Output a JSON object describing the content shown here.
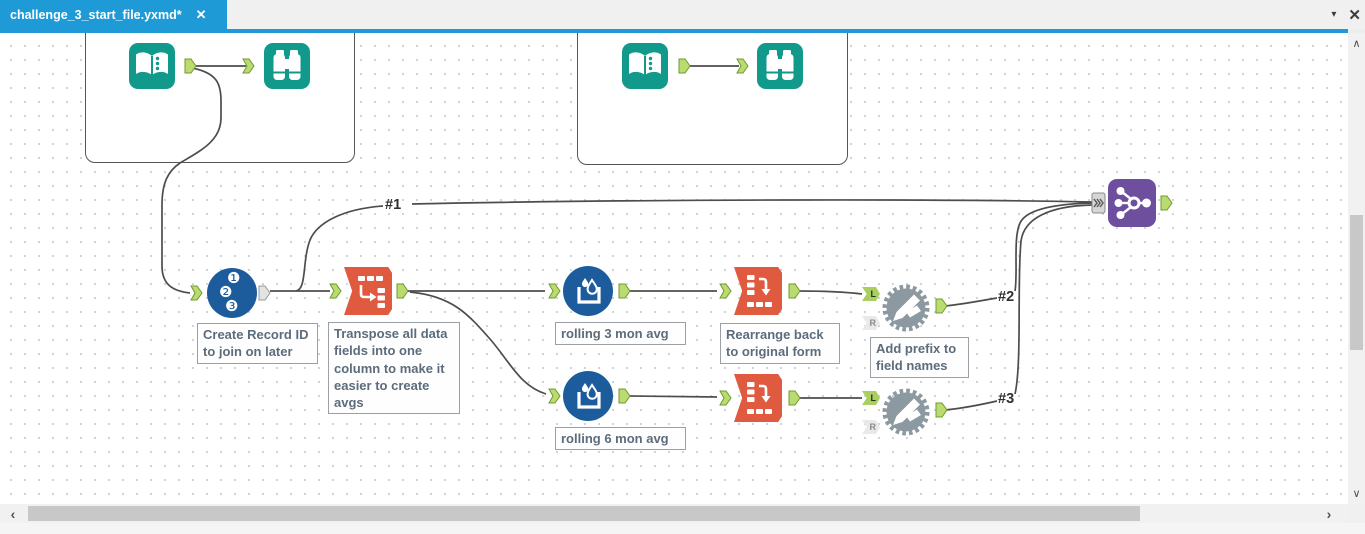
{
  "tab": {
    "title": "challenge_3_start_file.yxmd*",
    "close_icon": "✕"
  },
  "window_controls": {
    "tab_list_caret": "▾",
    "close_icon": "✕"
  },
  "tools": [
    {
      "name": "Input Data"
    },
    {
      "name": "Browse"
    },
    {
      "name": "Input Data"
    },
    {
      "name": "Browse"
    },
    {
      "name": "Record ID",
      "digits": [
        "❶",
        "❷",
        "❸"
      ]
    },
    {
      "name": "Transpose"
    },
    {
      "name": "Multi-Row Formula"
    },
    {
      "name": "Multi-Row Formula"
    },
    {
      "name": "Cross Tab"
    },
    {
      "name": "Cross Tab"
    },
    {
      "name": "Dynamic Rename",
      "left_anchor": "L",
      "right_anchor": "R"
    },
    {
      "name": "Dynamic Rename",
      "left_anchor": "L",
      "right_anchor": "R"
    },
    {
      "name": "Join Multiple"
    }
  ],
  "annotations": [
    {
      "text": "Create Record ID to join on later"
    },
    {
      "text": "Transpose all data fields into one column to make it easier to create avgs"
    },
    {
      "text": "rolling 3 mon avg"
    },
    {
      "text": "rolling 6 mon avg"
    },
    {
      "text": "Rearrange back to original form"
    },
    {
      "text": "Add prefix to field names"
    }
  ],
  "connection_labels": [
    {
      "text": "#1"
    },
    {
      "text": "#2"
    },
    {
      "text": "#3"
    }
  ],
  "scrollbars": {
    "up_icon": "∧",
    "down_icon": "∨",
    "left_icon": "‹",
    "right_icon": "›"
  },
  "colors": {
    "tab_blue": "#1e9bd7",
    "tool_teal": "#11998c",
    "tool_orange": "#e05a40",
    "tool_blue": "#1d5c9c",
    "tool_purple": "#6e4f9e",
    "tool_gray": "#8c99a0",
    "anchor_green": "#b9db70",
    "wire_gray": "#4d4d4d",
    "annotation_text": "#5c6c7c"
  }
}
